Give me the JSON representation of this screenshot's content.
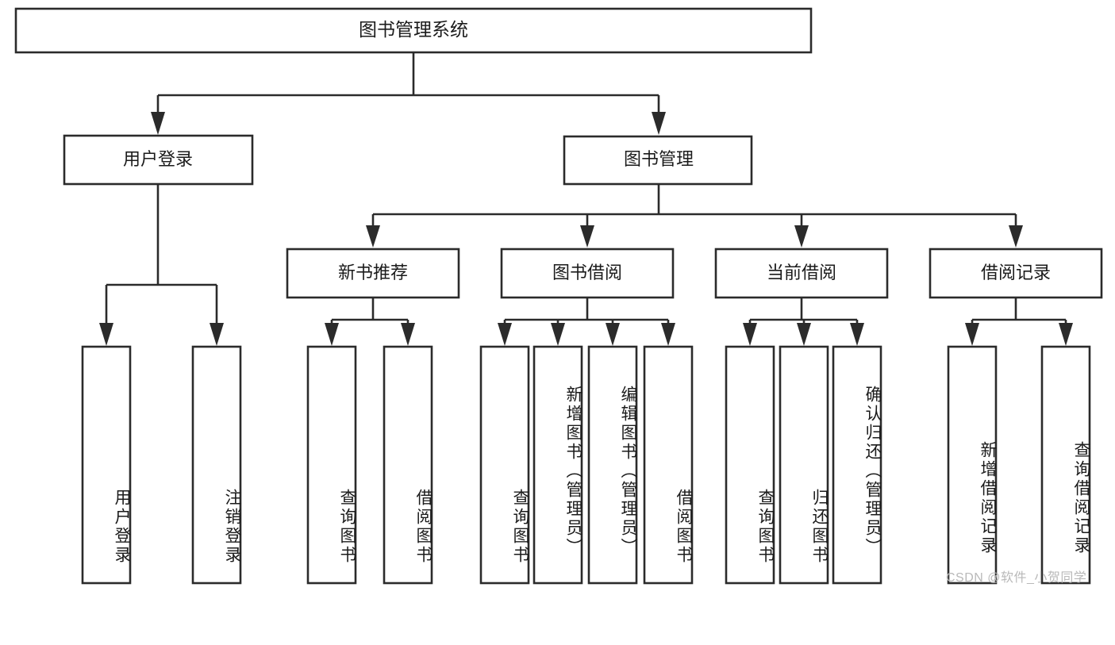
{
  "diagram": {
    "type": "tree",
    "title": "图书管理系统",
    "root": {
      "label": "图书管理系统",
      "id": "root"
    },
    "level1": [
      {
        "id": "user-login",
        "label": "用户登录"
      },
      {
        "id": "book-manage",
        "label": "图书管理"
      }
    ],
    "level2": [
      {
        "id": "new-book-recommend",
        "label": "新书推荐",
        "parent": "book-manage"
      },
      {
        "id": "book-borrow",
        "label": "图书借阅",
        "parent": "book-manage"
      },
      {
        "id": "current-borrow",
        "label": "当前借阅",
        "parent": "book-manage"
      },
      {
        "id": "borrow-record",
        "label": "借阅记录",
        "parent": "book-manage"
      }
    ],
    "leaves": [
      {
        "id": "leaf-user-login",
        "label": "用户登录",
        "parent": "user-login"
      },
      {
        "id": "leaf-user-logout",
        "label": "注销登录",
        "parent": "user-login"
      },
      {
        "id": "leaf-query-book-1",
        "label": "查询图书",
        "parent": "new-book-recommend"
      },
      {
        "id": "leaf-borrow-book-1",
        "label": "借阅图书",
        "parent": "new-book-recommend"
      },
      {
        "id": "leaf-query-book-2",
        "label": "查询图书",
        "parent": "book-borrow"
      },
      {
        "id": "leaf-add-book",
        "label": "新增图书（管理员）",
        "parent": "book-borrow"
      },
      {
        "id": "leaf-edit-book",
        "label": "编辑图书（管理员）",
        "parent": "book-borrow"
      },
      {
        "id": "leaf-borrow-book-2",
        "label": "借阅图书",
        "parent": "book-borrow"
      },
      {
        "id": "leaf-query-book-3",
        "label": "查询图书",
        "parent": "current-borrow"
      },
      {
        "id": "leaf-return-book",
        "label": "归还图书",
        "parent": "current-borrow"
      },
      {
        "id": "leaf-confirm-return",
        "label": "确认归还（管理员）",
        "parent": "current-borrow"
      },
      {
        "id": "leaf-add-record",
        "label": "新增借阅记录",
        "parent": "borrow-record"
      },
      {
        "id": "leaf-query-record",
        "label": "查询借阅记录",
        "parent": "borrow-record"
      }
    ],
    "watermark": "CSDN @软件_小贺同学",
    "colors": {
      "stroke": "#2b2b2b",
      "fill": "#ffffff",
      "text": "#1b1b1b",
      "watermark": "#b9b9b9",
      "background": "#ffffff"
    }
  }
}
